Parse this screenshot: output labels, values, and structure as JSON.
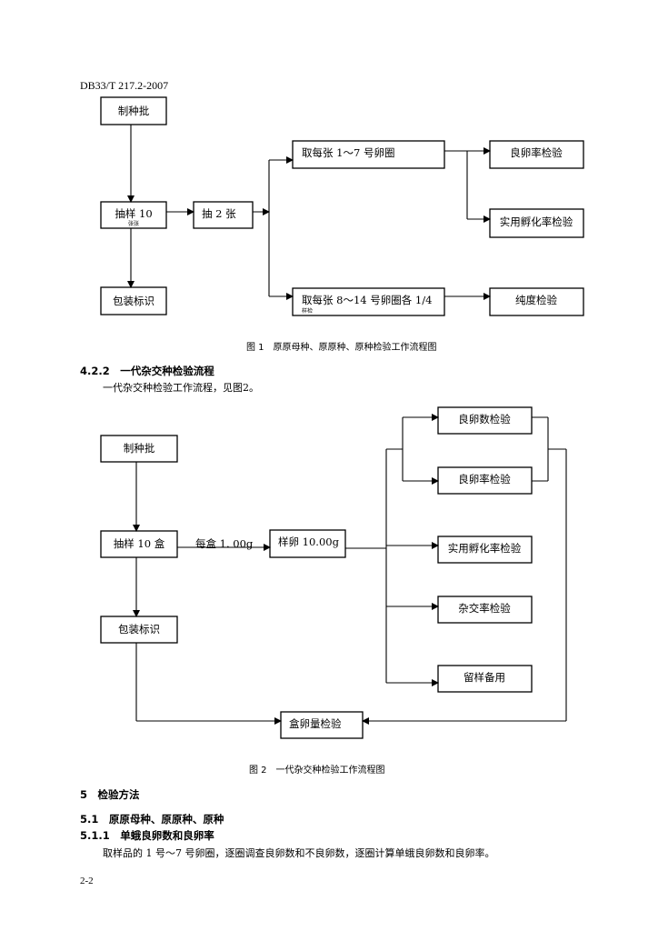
{
  "header": {
    "doc_code": "DB33/T 217.2-2007"
  },
  "figure1": {
    "caption": "图 1　原原母种、原原种、原种检验工作流程图",
    "nodes": {
      "batch": "制种批",
      "sample": "抽样 10",
      "sample_sub": "张张",
      "pick2": "抽 2 张",
      "rings_1_7": "取每张 1～7 号卵圈",
      "rings_8_14": "取每张 8～14 号卵圈各 1/4",
      "rings_8_14_sub": "样检",
      "good_egg_rate": "良卵率检验",
      "hatch_rate": "实用孵化率检验",
      "purity": "纯度检验",
      "packaging": "包装标识"
    }
  },
  "section_4_2_2": {
    "heading": "4.2.2　一代杂交种检验流程",
    "body": "一代杂交种检验工作流程，见图2。"
  },
  "figure2": {
    "caption": "图 2　一代杂交种检验工作流程图",
    "edge_label": "每盒 1. 00g",
    "nodes": {
      "batch": "制种批",
      "sample": "抽样 10 盒",
      "sample_eggs": "样卵 10.00g",
      "good_egg_count": "良卵数检验",
      "good_egg_rate": "良卵率检验",
      "hatch_rate": "实用孵化率检验",
      "cross_rate": "杂交率检验",
      "retain": "留样备用",
      "packaging": "包装标识",
      "box_qty": "盒卵量检验"
    }
  },
  "section_5": {
    "heading": "5　检验方法",
    "sub_5_1": "5.1　原原母种、原原种、原种",
    "sub_5_1_1": "5.1.1　单蛾良卵数和良卵率",
    "body": "取样品的 1 号～7 号卵圈，逐圈调查良卵数和不良卵数，逐圈计算单蛾良卵数和良卵率。"
  },
  "footer": {
    "page": "2-2"
  }
}
